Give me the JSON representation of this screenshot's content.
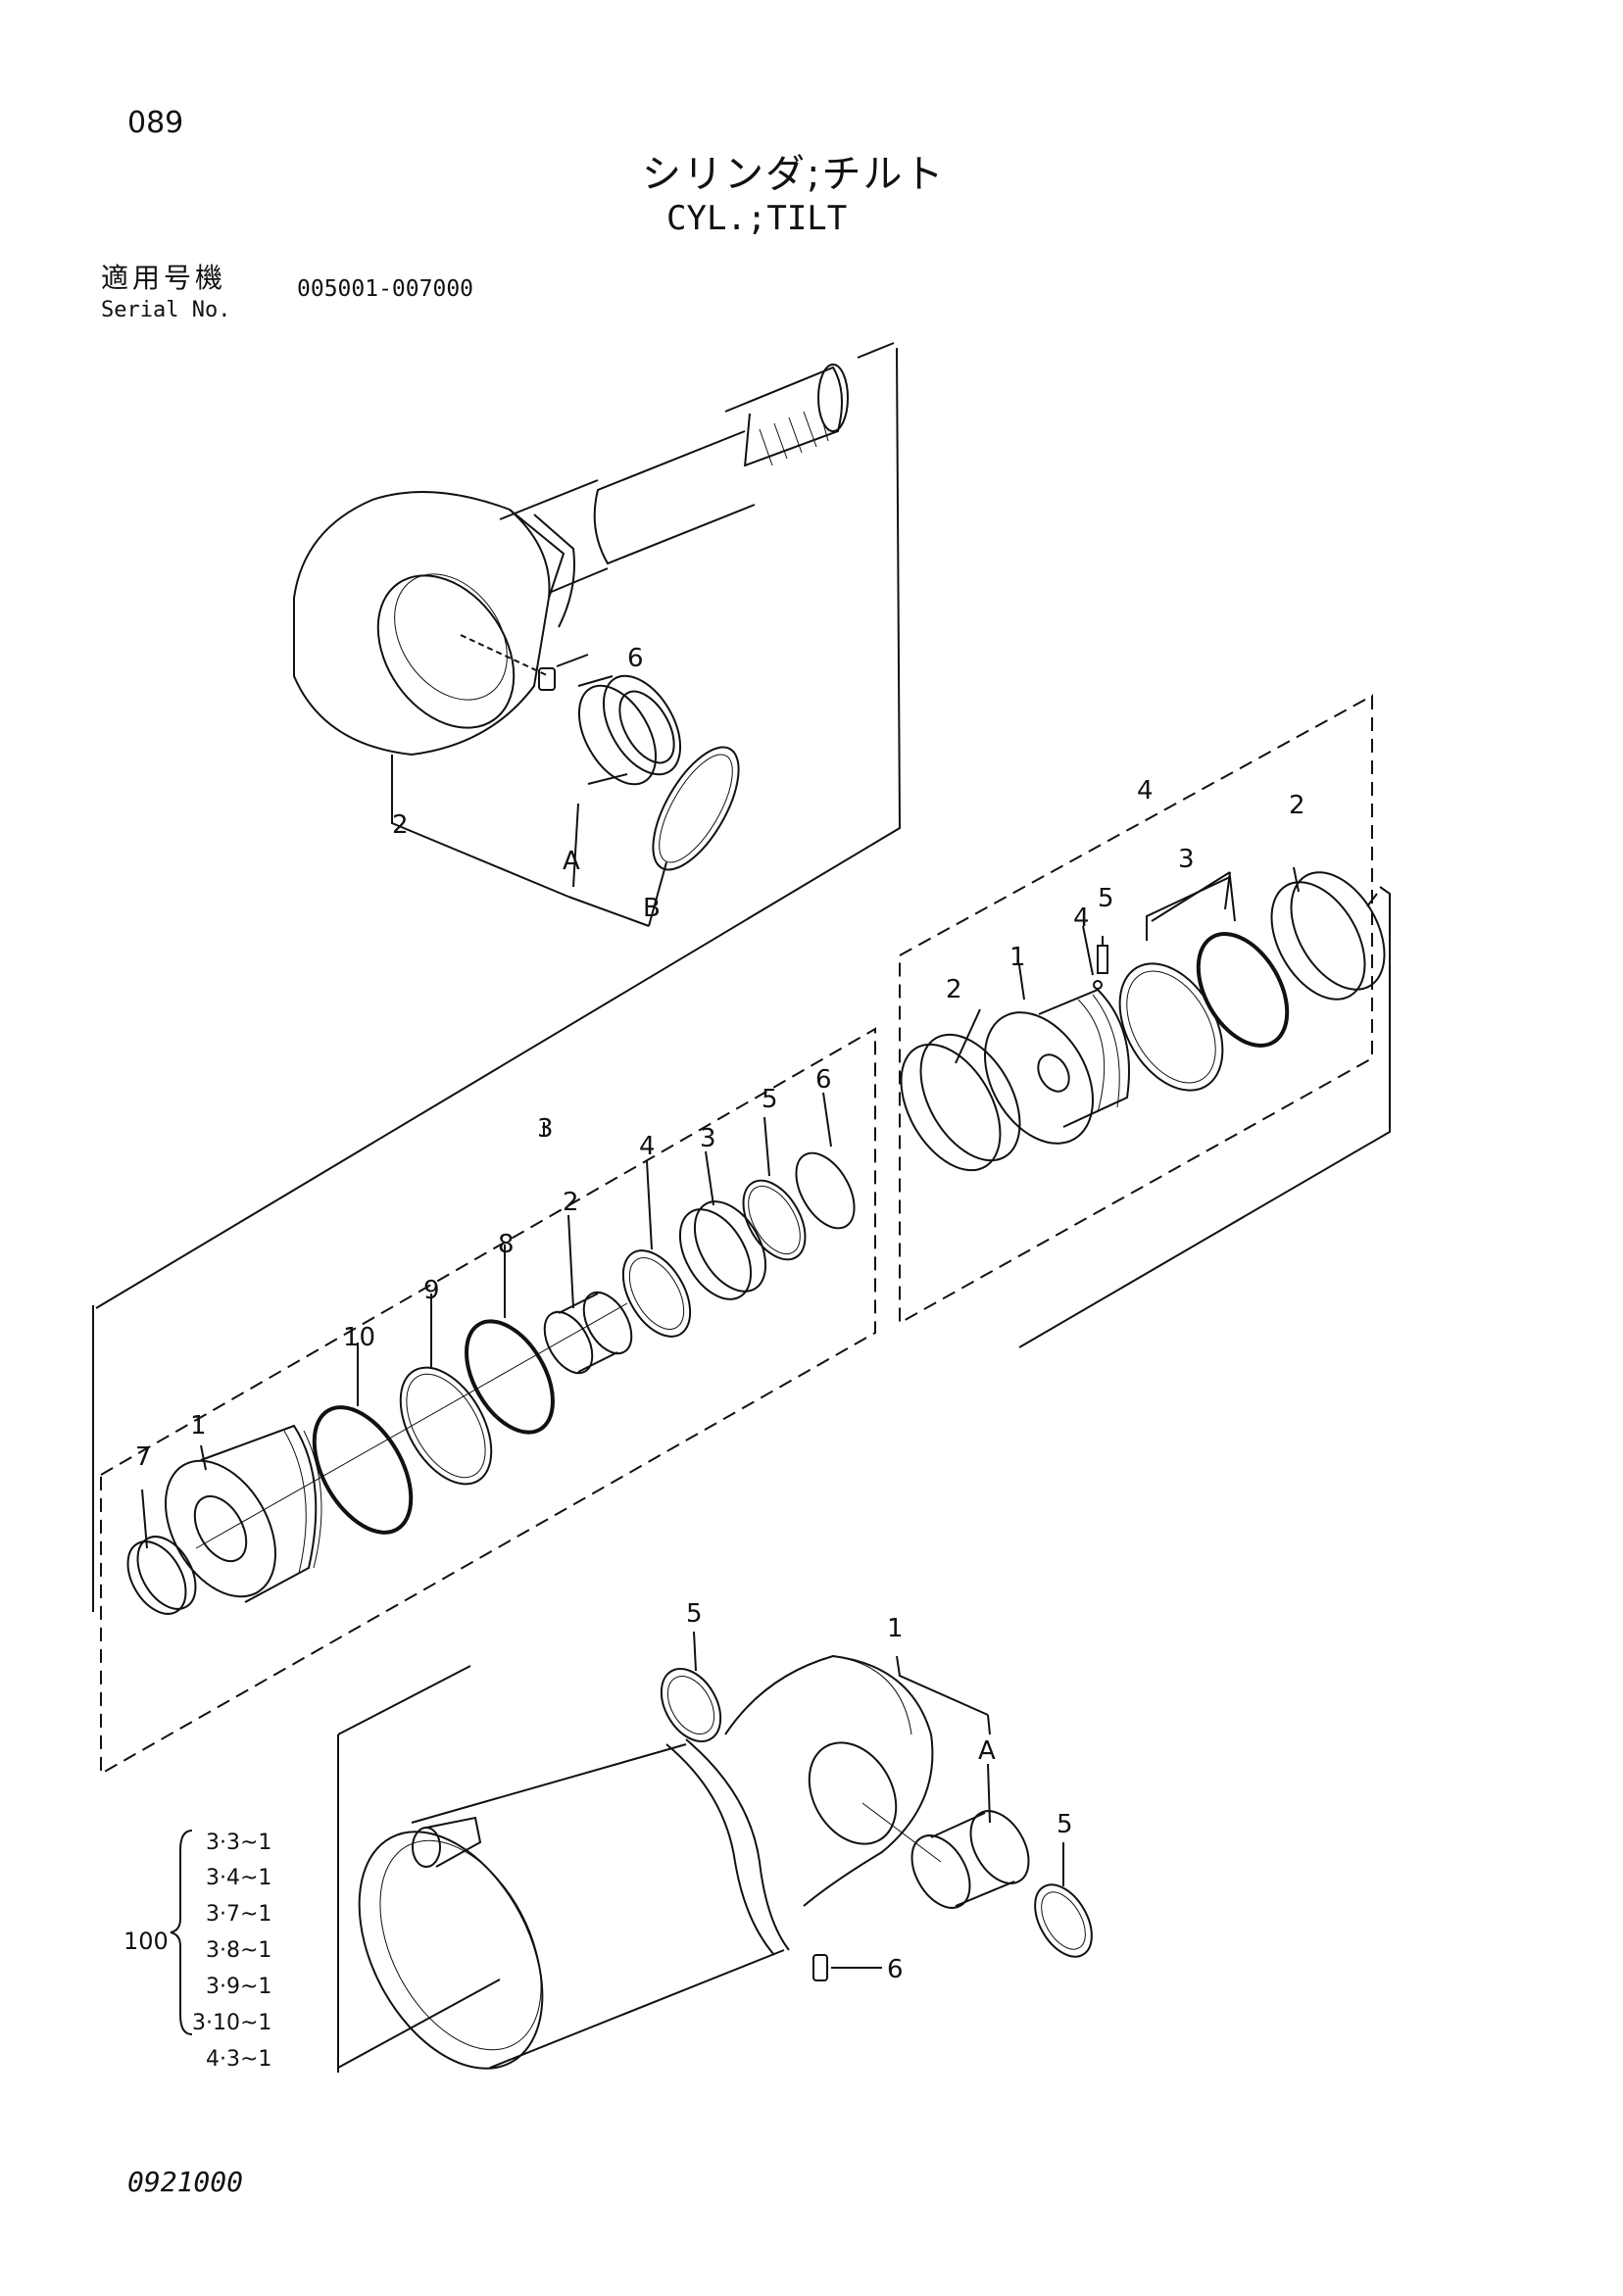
{
  "page_number": "089",
  "title_jp": "シリンダ;チルト",
  "title_en": "CYL.;TILT",
  "serial": {
    "label_jp": "適用号機",
    "label_en": "Serial No.",
    "range": "005001-007000"
  },
  "drawing_code": "0921000",
  "reference": {
    "assembly_no": "100",
    "pages": [
      "3·3~1",
      "3·4~1",
      "3·7~1",
      "3·8~1",
      "3·9~1",
      "3·10~1",
      "4·3~1"
    ]
  },
  "callouts": {
    "rod_eye_end": [
      "2",
      "6",
      "A",
      "B"
    ],
    "piston_group": [
      "4",
      "2",
      "3",
      "5",
      "4",
      "1",
      "2"
    ],
    "gland_group": [
      "3",
      "6",
      "5",
      "3",
      "4",
      "2",
      "8",
      "9",
      "10",
      "1",
      "7"
    ],
    "tube_group": [
      "5",
      "1",
      "A",
      "5",
      "6"
    ]
  }
}
